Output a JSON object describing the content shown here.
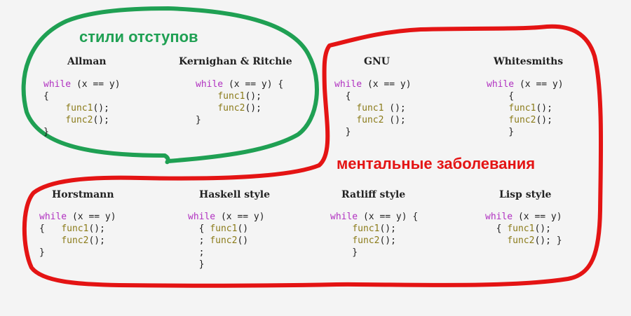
{
  "annotations": {
    "green_label": "стили отступов",
    "red_label": "ментальные заболевания",
    "colors": {
      "green": "#1fa053",
      "red": "#e41414",
      "keyword": "#b030c0",
      "function": "#8a7a18"
    }
  },
  "styles": [
    {
      "title": "Allman",
      "code": [
        [
          [
            "while",
            "kw"
          ],
          [
            " (x == y)",
            ""
          ]
        ],
        [
          [
            "{",
            ""
          ]
        ],
        [
          [
            "    ",
            ""
          ],
          [
            "func1",
            "fn"
          ],
          [
            "();",
            ""
          ]
        ],
        [
          [
            "    ",
            ""
          ],
          [
            "func2",
            "fn"
          ],
          [
            "();",
            ""
          ]
        ],
        [
          [
            "}",
            ""
          ]
        ]
      ]
    },
    {
      "title": "Kernighan & Ritchie",
      "code": [
        [
          [
            "while",
            "kw"
          ],
          [
            " (x == y) {",
            ""
          ]
        ],
        [
          [
            "    ",
            ""
          ],
          [
            "func1",
            "fn"
          ],
          [
            "();",
            ""
          ]
        ],
        [
          [
            "    ",
            ""
          ],
          [
            "func2",
            "fn"
          ],
          [
            "();",
            ""
          ]
        ],
        [
          [
            "}",
            ""
          ]
        ]
      ]
    },
    {
      "title": "GNU",
      "code": [
        [
          [
            "while",
            "kw"
          ],
          [
            " (x == y)",
            ""
          ]
        ],
        [
          [
            "  {",
            ""
          ]
        ],
        [
          [
            "    ",
            ""
          ],
          [
            "func1",
            "fn"
          ],
          [
            " ();",
            ""
          ]
        ],
        [
          [
            "    ",
            ""
          ],
          [
            "func2",
            "fn"
          ],
          [
            " ();",
            ""
          ]
        ],
        [
          [
            "  }",
            ""
          ]
        ]
      ]
    },
    {
      "title": "Whitesmiths",
      "code": [
        [
          [
            "while",
            "kw"
          ],
          [
            " (x == y)",
            ""
          ]
        ],
        [
          [
            "    {",
            ""
          ]
        ],
        [
          [
            "    ",
            ""
          ],
          [
            "func1",
            "fn"
          ],
          [
            "();",
            ""
          ]
        ],
        [
          [
            "    ",
            ""
          ],
          [
            "func2",
            "fn"
          ],
          [
            "();",
            ""
          ]
        ],
        [
          [
            "    }",
            ""
          ]
        ]
      ]
    },
    {
      "title": "Horstmann",
      "code": [
        [
          [
            "while",
            "kw"
          ],
          [
            " (x == y)",
            ""
          ]
        ],
        [
          [
            "{   ",
            ""
          ],
          [
            "func1",
            "fn"
          ],
          [
            "();",
            ""
          ]
        ],
        [
          [
            "    ",
            ""
          ],
          [
            "func2",
            "fn"
          ],
          [
            "();",
            ""
          ]
        ],
        [
          [
            "}",
            ""
          ]
        ]
      ]
    },
    {
      "title": "Haskell style",
      "code": [
        [
          [
            "while",
            "kw"
          ],
          [
            " (x == y)",
            ""
          ]
        ],
        [
          [
            "  { ",
            ""
          ],
          [
            "func1",
            "fn"
          ],
          [
            "()",
            ""
          ]
        ],
        [
          [
            "  ; ",
            ""
          ],
          [
            "func2",
            "fn"
          ],
          [
            "()",
            ""
          ]
        ],
        [
          [
            "  ;",
            ""
          ]
        ],
        [
          [
            "  }",
            ""
          ]
        ]
      ]
    },
    {
      "title": "Ratliff style",
      "code": [
        [
          [
            "while",
            "kw"
          ],
          [
            " (x == y) {",
            ""
          ]
        ],
        [
          [
            "    ",
            ""
          ],
          [
            "func1",
            "fn"
          ],
          [
            "();",
            ""
          ]
        ],
        [
          [
            "    ",
            ""
          ],
          [
            "func2",
            "fn"
          ],
          [
            "();",
            ""
          ]
        ],
        [
          [
            "    }",
            ""
          ]
        ]
      ]
    },
    {
      "title": "Lisp style",
      "code": [
        [
          [
            "while",
            "kw"
          ],
          [
            " (x == y)",
            ""
          ]
        ],
        [
          [
            "  { ",
            ""
          ],
          [
            "func1",
            "fn"
          ],
          [
            "();",
            ""
          ]
        ],
        [
          [
            "    ",
            ""
          ],
          [
            "func2",
            "fn"
          ],
          [
            "(); }",
            ""
          ]
        ]
      ]
    }
  ]
}
